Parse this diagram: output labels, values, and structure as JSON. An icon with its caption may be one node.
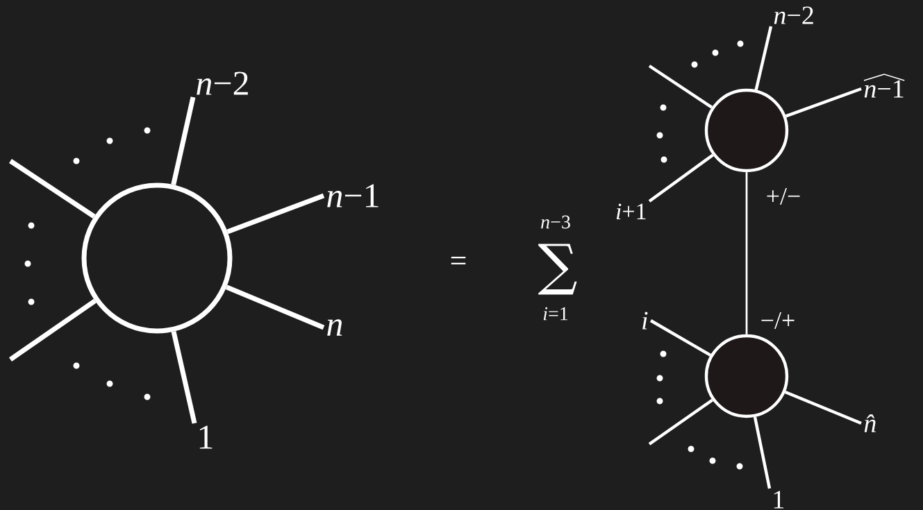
{
  "diagram": {
    "nodes": [
      {
        "text": [],
        "shape": "circle"
      },
      {
        "text": [
          "*n*−2"
        ]
      },
      {
        "text": [
          "*n*−1"
        ]
      },
      {
        "text": [
          "*n*"
        ]
      },
      {
        "text": [
          "1"
        ]
      },
      {
        "text": [],
        "shape": "circle"
      },
      {
        "text": [
          "*n*−2"
        ]
      },
      {
        "text": [
          "*n*−1"
        ]
      },
      {
        "text": [
          "*i*+1"
        ]
      },
      {
        "text": [],
        "shape": "circle"
      },
      {
        "text": [
          "*i*"
        ]
      },
      {
        "text": [
          "*n̂*"
        ]
      },
      {
        "text": [
          "1"
        ]
      }
    ],
    "edges": [
      {
        "from": 0,
        "to": 1,
        "arrow": "none"
      },
      {
        "from": 0,
        "to": 2,
        "arrow": "none"
      },
      {
        "from": 0,
        "to": 3,
        "arrow": "none"
      },
      {
        "from": 0,
        "to": 4,
        "arrow": "none"
      },
      {
        "from": 0,
        "to": null,
        "arrow": "none"
      },
      {
        "from": 0,
        "to": null,
        "arrow": "none"
      },
      {
        "from": 5,
        "to": 6,
        "arrow": "none"
      },
      {
        "from": 5,
        "to": 7,
        "arrow": "none"
      },
      {
        "from": 5,
        "to": 8,
        "arrow": "none"
      },
      {
        "from": 5,
        "to": null,
        "arrow": "none"
      },
      {
        "from": 5,
        "to": 9,
        "arrow": "none"
      },
      {
        "from": 9,
        "to": 10,
        "arrow": "none"
      },
      {
        "from": 9,
        "to": 11,
        "arrow": "none"
      },
      {
        "from": 9,
        "to": 12,
        "arrow": "none"
      },
      {
        "from": 9,
        "to": null,
        "arrow": "none"
      }
    ],
    "labels": [
      "=",
      "*n*−3",
      "∑",
      "*i*=1",
      "+/−",
      "−/+"
    ]
  }
}
